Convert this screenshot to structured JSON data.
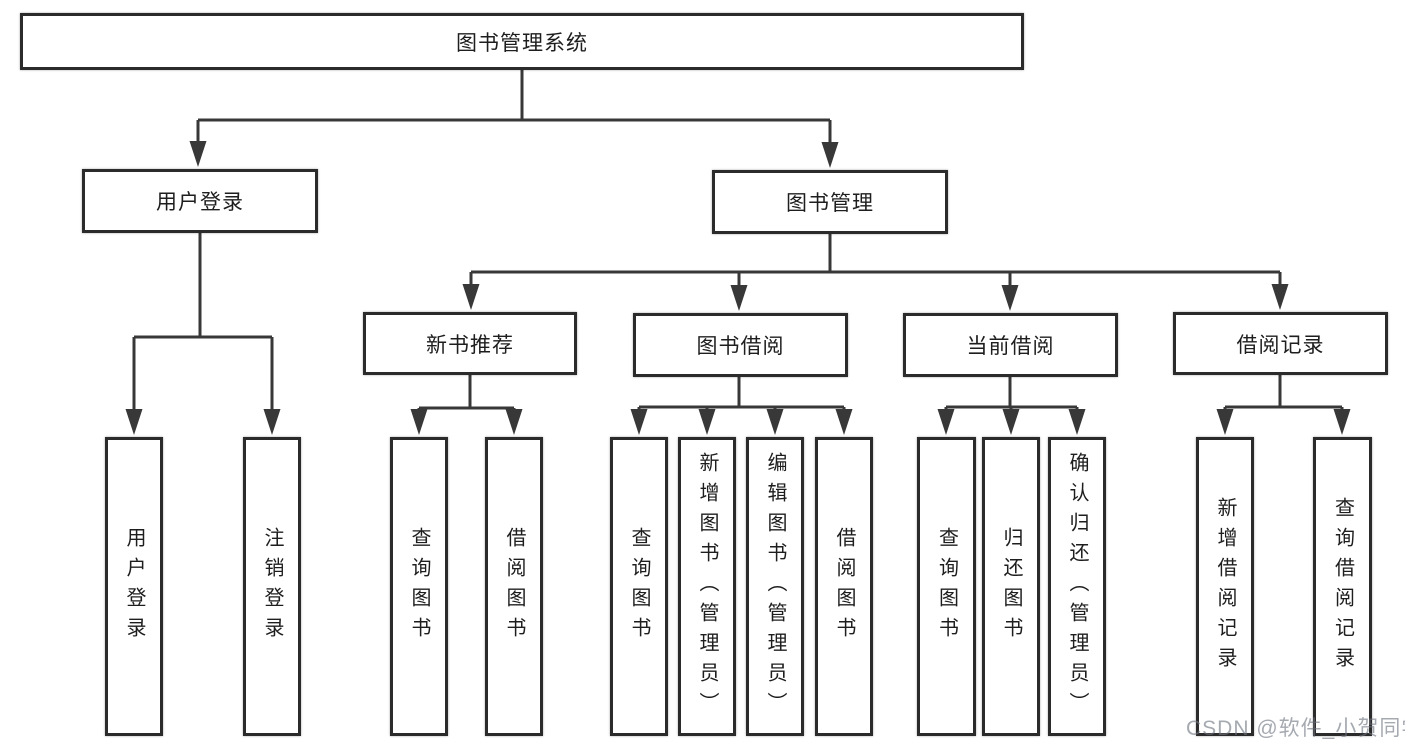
{
  "nodes": {
    "root": "图书管理系统",
    "user_login": "用户登录",
    "book_management": "图书管理",
    "new_book_recommend": "新书推荐",
    "book_borrow": "图书借阅",
    "current_borrow": "当前借阅",
    "borrow_records": "借阅记录",
    "login": "用户登录",
    "logout": "注销登录",
    "nb_query": "查询图书",
    "nb_borrow": "借阅图书",
    "bb_query": "查询图书",
    "bb_add": "新增图书（管理员）",
    "bb_edit": "编辑图书（管理员）",
    "bb_borrow": "借阅图书",
    "cb_query": "查询图书",
    "cb_return": "归还图书",
    "cb_confirm": "确认归还（管理员）",
    "br_add": "新增借阅记录",
    "br_query": "查询借阅记录"
  },
  "watermark": {
    "text": "CSDN @软件_小贺同学"
  },
  "colors": {
    "line": "#383838",
    "box_border": "#2b2b2b",
    "box_fill": "#ffffff",
    "text": "#1e1e1e",
    "watermark": "#9ba1ab",
    "background": "#ffffff"
  }
}
